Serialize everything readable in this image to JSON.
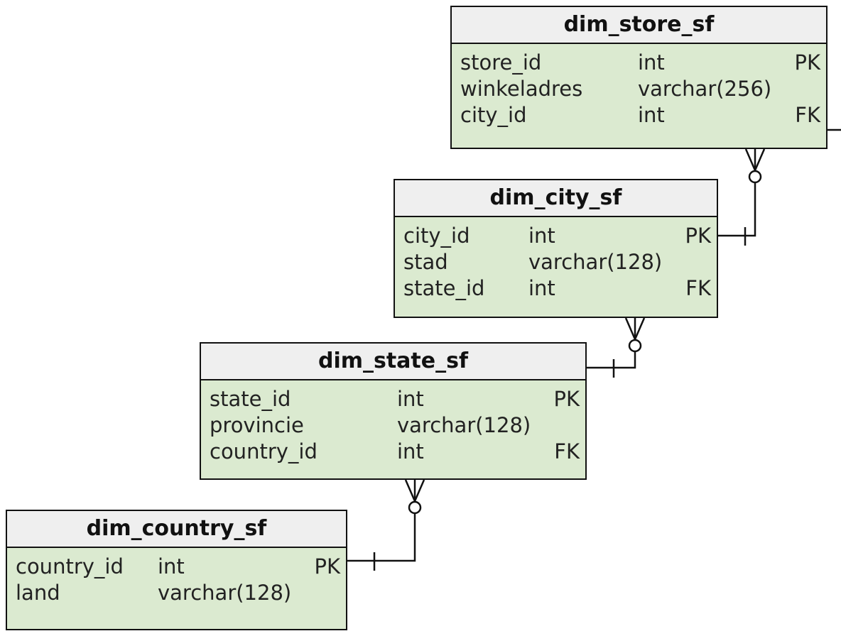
{
  "entities": {
    "store": {
      "name": "dim_store_sf",
      "columns": [
        {
          "name": "store_id",
          "type": "int",
          "key": "PK"
        },
        {
          "name": "winkeladres",
          "type": "varchar(256)",
          "key": ""
        },
        {
          "name": "city_id",
          "type": "int",
          "key": "FK"
        }
      ]
    },
    "city": {
      "name": "dim_city_sf",
      "columns": [
        {
          "name": "city_id",
          "type": "int",
          "key": "PK"
        },
        {
          "name": "stad",
          "type": "varchar(128)",
          "key": ""
        },
        {
          "name": "state_id",
          "type": "int",
          "key": "FK"
        }
      ]
    },
    "state": {
      "name": "dim_state_sf",
      "columns": [
        {
          "name": "state_id",
          "type": "int",
          "key": "PK"
        },
        {
          "name": "provincie",
          "type": "varchar(128)",
          "key": ""
        },
        {
          "name": "country_id",
          "type": "int",
          "key": "FK"
        }
      ]
    },
    "country": {
      "name": "dim_country_sf",
      "columns": [
        {
          "name": "country_id",
          "type": "int",
          "key": "PK"
        },
        {
          "name": "land",
          "type": "varchar(128)",
          "key": ""
        }
      ]
    }
  },
  "relationships": [
    {
      "from": "store",
      "to": "city",
      "cardinality": "zero-or-many to one"
    },
    {
      "from": "city",
      "to": "state",
      "cardinality": "zero-or-many to one"
    },
    {
      "from": "state",
      "to": "country",
      "cardinality": "zero-or-many to one"
    }
  ],
  "colors": {
    "header_bg": "#efefef",
    "body_bg": "#dbead0",
    "border": "#111111"
  }
}
